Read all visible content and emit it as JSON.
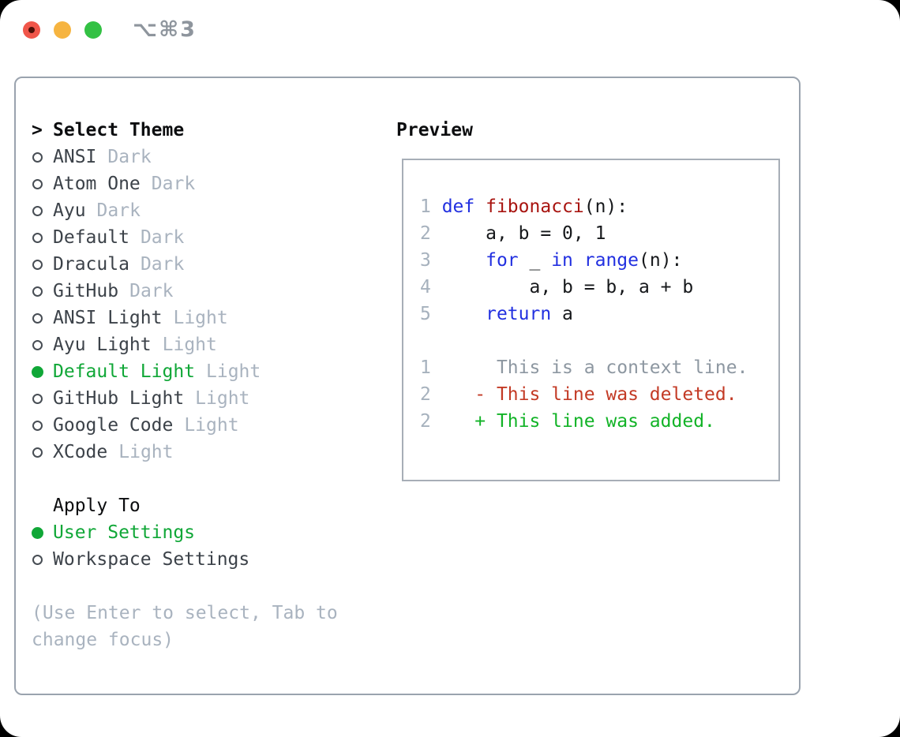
{
  "window": {
    "title": "⌥⌘3",
    "traffic_lights": [
      "close",
      "minimize",
      "zoom"
    ]
  },
  "colors": {
    "light_red": "#f0564a",
    "light_yellow": "#f6b440",
    "light_green": "#33c144",
    "focus_dot": "#4d1008",
    "titlebar_gray": "#8e959d",
    "border_gray": "#9aa3ae",
    "pbox_border": "#a7aeb7",
    "header_black": "#0c0d0f",
    "text_dark": "#3c4249",
    "muted_gray": "#a9b3bf",
    "ring_gray": "#474d54",
    "accent_green": "#10a737",
    "lineno_gray": "#a6b1bd",
    "context_gray": "#8d97a1",
    "code_keyword": "#2230e0",
    "code_function": "#a81410",
    "code_plain": "#16181b",
    "diff_added": "#12b327",
    "diff_deleted": "#c33a25"
  },
  "theme_panel": {
    "header_prefix": ">",
    "header": "Select Theme",
    "items": [
      {
        "name": "ANSI",
        "tag": "Dark",
        "selected": false
      },
      {
        "name": "Atom One",
        "tag": "Dark",
        "selected": false
      },
      {
        "name": "Ayu",
        "tag": "Dark",
        "selected": false
      },
      {
        "name": "Default",
        "tag": "Dark",
        "selected": false
      },
      {
        "name": "Dracula",
        "tag": "Dark",
        "selected": false
      },
      {
        "name": "GitHub",
        "tag": "Dark",
        "selected": false
      },
      {
        "name": "ANSI Light",
        "tag": "Light",
        "selected": false
      },
      {
        "name": "Ayu Light",
        "tag": "Light",
        "selected": false
      },
      {
        "name": "Default Light",
        "tag": "Light",
        "selected": true
      },
      {
        "name": "GitHub Light",
        "tag": "Light",
        "selected": false
      },
      {
        "name": "Google Code",
        "tag": "Light",
        "selected": false
      },
      {
        "name": "XCode",
        "tag": "Light",
        "selected": false
      }
    ],
    "apply_to": {
      "header": "Apply To",
      "options": [
        {
          "label": "User Settings",
          "selected": true
        },
        {
          "label": "Workspace Settings",
          "selected": false
        }
      ]
    },
    "help_text": "(Use Enter to select, Tab to change focus)"
  },
  "preview": {
    "header": "Preview",
    "lines": [
      [
        {
          "c": "ln",
          "t": "1 "
        },
        {
          "c": "kw",
          "t": "def"
        },
        {
          "c": "pl",
          "t": " "
        },
        {
          "c": "fn",
          "t": "fibonacci"
        },
        {
          "c": "pl",
          "t": "(n):"
        }
      ],
      [
        {
          "c": "ln",
          "t": "2 "
        },
        {
          "c": "pl",
          "t": "    a, b = 0, 1"
        }
      ],
      [
        {
          "c": "ln",
          "t": "3 "
        },
        {
          "c": "pl",
          "t": "    "
        },
        {
          "c": "kw",
          "t": "for"
        },
        {
          "c": "pl",
          "t": " _ "
        },
        {
          "c": "kw",
          "t": "in"
        },
        {
          "c": "pl",
          "t": " "
        },
        {
          "c": "kw",
          "t": "range"
        },
        {
          "c": "pl",
          "t": "(n):"
        }
      ],
      [
        {
          "c": "ln",
          "t": "4 "
        },
        {
          "c": "pl",
          "t": "        a, b = b, a + b"
        }
      ],
      [
        {
          "c": "ln",
          "t": "5 "
        },
        {
          "c": "pl",
          "t": "    "
        },
        {
          "c": "kw",
          "t": "return"
        },
        {
          "c": "pl",
          "t": " a"
        }
      ],
      [],
      [
        {
          "c": "ln",
          "t": "1"
        },
        {
          "c": "ctx",
          "t": "      This is a context line."
        }
      ],
      [
        {
          "c": "ln",
          "t": "2"
        },
        {
          "c": "del",
          "t": "    - This line was deleted."
        }
      ],
      [
        {
          "c": "ln",
          "t": "2"
        },
        {
          "c": "add",
          "t": "    + This line was added."
        }
      ]
    ]
  }
}
